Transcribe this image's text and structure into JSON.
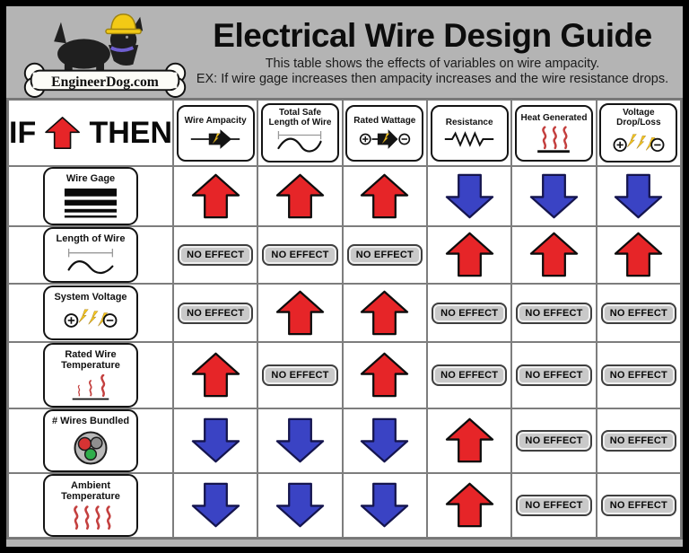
{
  "header": {
    "logo_text": "EngineerDog.com",
    "title": "Electrical Wire Design Guide",
    "subtitle_line1": "This table shows the effects of variables on wire ampacity.",
    "subtitle_line2": "EX:  If wire gage increases then ampacity increases and the wire resistance drops."
  },
  "legend": {
    "if_label": "IF",
    "then_label": "THEN"
  },
  "table": {
    "no_effect_label": "NO EFFECT",
    "columns": [
      {
        "label": "Wire Ampacity",
        "icon": "wire-ampacity-icon"
      },
      {
        "label": "Total Safe Length of Wire",
        "icon": "safe-length-icon"
      },
      {
        "label": "Rated Wattage",
        "icon": "rated-wattage-icon"
      },
      {
        "label": "Resistance",
        "icon": "resistance-icon"
      },
      {
        "label": "Heat Generated",
        "icon": "heat-generated-icon"
      },
      {
        "label": "Voltage Drop/Loss",
        "icon": "voltage-drop-icon"
      }
    ],
    "rows": [
      {
        "label": "Wire Gage",
        "icon": "wire-gage-icon",
        "effects": [
          "up",
          "up",
          "up",
          "down",
          "down",
          "down"
        ]
      },
      {
        "label": "Length of Wire",
        "icon": "length-of-wire-icon",
        "effects": [
          "none",
          "none",
          "none",
          "up",
          "up",
          "up"
        ]
      },
      {
        "label": "System Voltage",
        "icon": "system-voltage-icon",
        "effects": [
          "none",
          "up",
          "up",
          "none",
          "none",
          "none"
        ]
      },
      {
        "label": "Rated Wire Temperature",
        "icon": "rated-wire-temp-icon",
        "effects": [
          "up",
          "none",
          "up",
          "none",
          "none",
          "none"
        ]
      },
      {
        "label": "# Wires Bundled",
        "icon": "wires-bundled-icon",
        "effects": [
          "down",
          "down",
          "down",
          "up",
          "none",
          "none"
        ]
      },
      {
        "label": "Ambient Temperature",
        "icon": "ambient-temp-icon",
        "effects": [
          "down",
          "down",
          "down",
          "up",
          "none",
          "none"
        ]
      }
    ]
  },
  "colors": {
    "header_background": "#b4b4b4",
    "increase_arrow": "#e62528",
    "decrease_arrow": "#3a43c4",
    "no_effect_fill": "#c9c9c9",
    "lightning_yellow": "#f7c81e",
    "heat_red": "#c4403f"
  }
}
